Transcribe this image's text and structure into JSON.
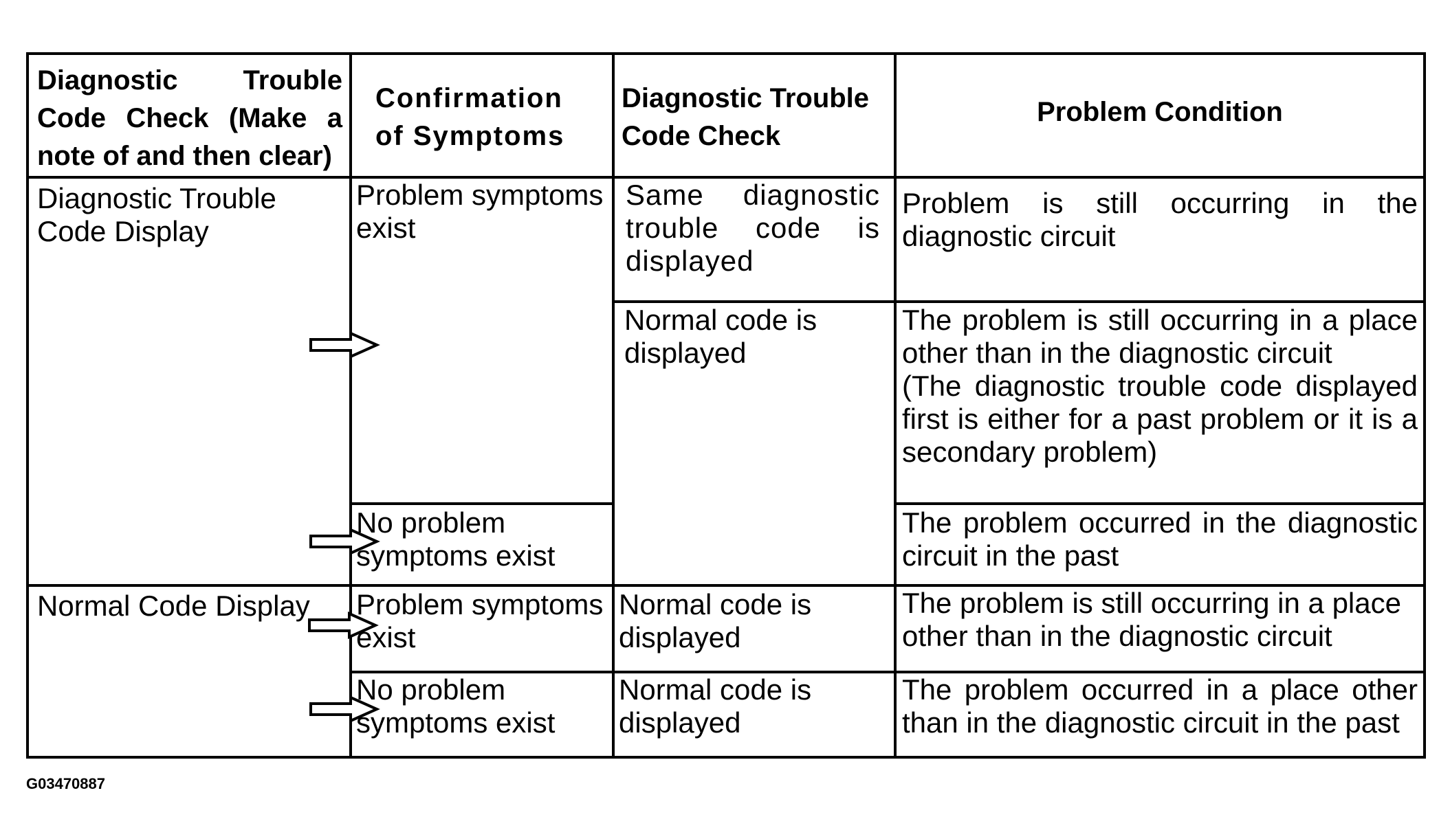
{
  "header": {
    "col1": "Diagnostic Trouble Code Check (Make a note of and then clear)",
    "col2": "Confirmation of Symptoms",
    "col3": "Diagnostic Trouble Code Check",
    "col4": "Problem Condition"
  },
  "rows": {
    "dtc_display": "Diagnostic Trouble Code Display",
    "normal_display": "Normal Code Display",
    "problem_exist_1": "Problem symptoms exist",
    "no_problem_1": "No problem symptoms exist",
    "problem_exist_2": "Problem symptoms exist",
    "no_problem_2": "No problem symptoms exist",
    "same_code": "Same diagnostic trouble code is displayed",
    "normal_code_1": "Normal code is displayed",
    "normal_code_2": "Normal code is displayed",
    "normal_code_3": "Normal code is displayed",
    "cond_1": "Problem is still occurring in the diagnostic circuit",
    "cond_2": "The problem is still occurring in a place other than in the diagnostic circuit",
    "cond_2b": "(The diagnostic trouble code displayed first is either for a past problem or it is a secondary problem)",
    "cond_3": "The problem occurred in the diagnostic circuit in the past",
    "cond_4": "The problem is still occurring in a place other than in the diagnostic circuit",
    "cond_5": "The problem occurred in a place other than in the diagnostic circuit in the past"
  },
  "figure_id": "G03470887"
}
